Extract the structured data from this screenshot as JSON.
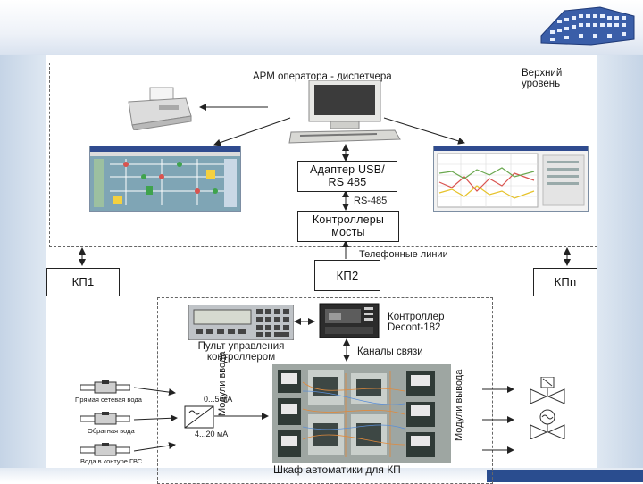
{
  "diagram": {
    "arm_label": "АРМ оператора - диспетчера",
    "upper_level_label": "Верхний\nуровень",
    "adapter_label": "Адаптер USB/\nRS 485",
    "rs485_label": "RS-485",
    "controllers_label": "Контроллеры\nмосты",
    "phone_lines_label": "Телефонные линии",
    "kp1_label": "КП1",
    "kp2_label": "КП2",
    "kpn_label": "КПn",
    "panel_label": "Пульт управления\nконтроллером",
    "controller_label": "Контроллер\nDecont-182",
    "channels_label": "Каналы связи",
    "input_modules_label": "Модули ввода",
    "output_modules_label": "Модули вывода",
    "cabinet_label": "Шкаф автоматики для КП",
    "sensor_1_label": "Прямая сетевая вода",
    "sensor_2_label": "Обратная вода",
    "sensor_3_label": "Вода в контуре ГВС",
    "signal_1_label": "0...5 мА",
    "signal_2_label": "4...20 мА"
  },
  "colors": {
    "accent_blue": "#2a4d8f",
    "sidebar": "#c5d4e6",
    "line": "#222222"
  }
}
